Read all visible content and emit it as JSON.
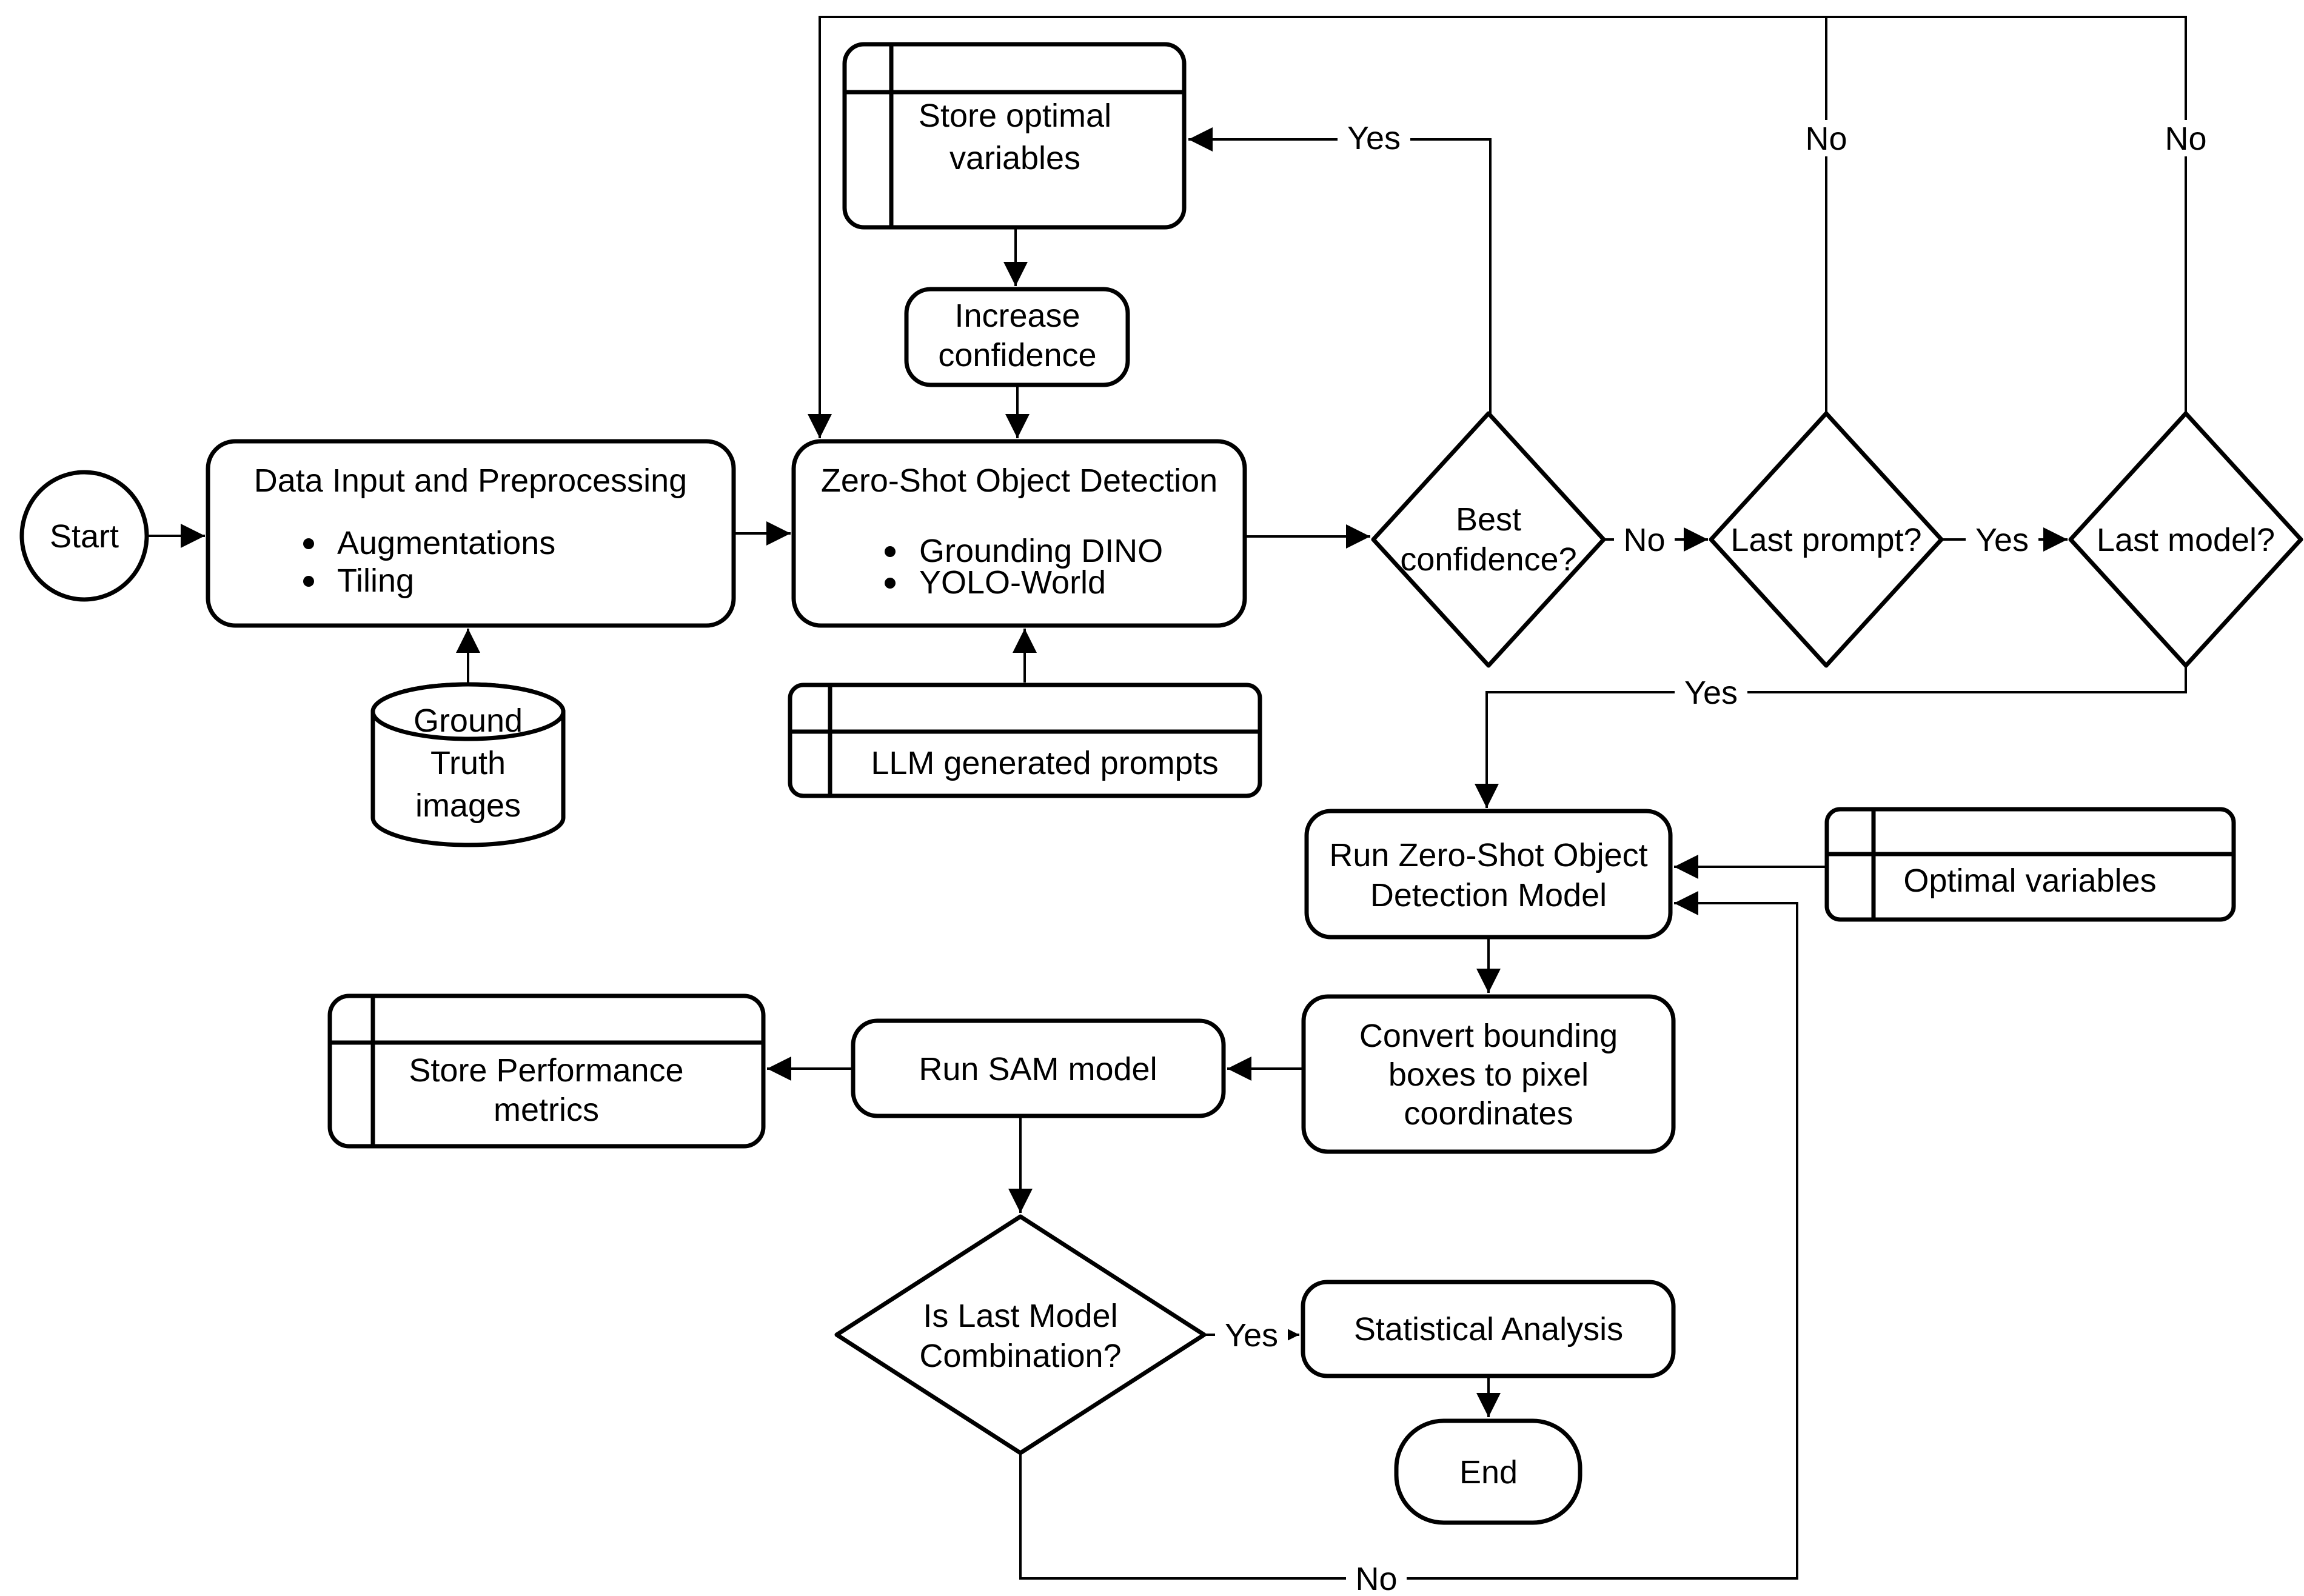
{
  "diagram": {
    "type": "flowchart",
    "background_color": "#ffffff",
    "stroke_color": "#000000",
    "text_color": "#000000"
  },
  "nodes": {
    "start": {
      "shape": "circle",
      "label": "Start"
    },
    "data_input": {
      "shape": "rounded-rect",
      "title": "Data Input and Preprocessing",
      "bullets": [
        "Augmentations",
        "Tiling"
      ]
    },
    "ground_truth_images": {
      "shape": "cylinder",
      "lines": [
        "Ground",
        "Truth",
        "images"
      ]
    },
    "zero_shot_detection": {
      "shape": "rounded-rect",
      "title": "Zero-Shot Object Detection",
      "bullets": [
        "Grounding DINO",
        "YOLO-World"
      ]
    },
    "llm_generated_prompts": {
      "shape": "internal-storage",
      "label": "LLM generated prompts"
    },
    "store_optimal_variables": {
      "shape": "internal-storage",
      "lines": [
        "Store optimal",
        "variables"
      ]
    },
    "increase_confidence": {
      "shape": "rounded-rect",
      "lines": [
        "Increase",
        "confidence"
      ]
    },
    "best_confidence": {
      "shape": "diamond",
      "lines": [
        "Best",
        "confidence?"
      ]
    },
    "last_prompt": {
      "shape": "diamond",
      "label": "Last prompt?"
    },
    "last_model": {
      "shape": "diamond",
      "label": "Last model?"
    },
    "run_zero_shot_model": {
      "shape": "rounded-rect",
      "lines": [
        "Run Zero-Shot Object",
        "Detection Model"
      ]
    },
    "optimal_variables": {
      "shape": "internal-storage",
      "label": "Optimal variables"
    },
    "convert_bounding_boxes": {
      "shape": "rounded-rect",
      "lines": [
        "Convert bounding",
        "boxes to pixel",
        "coordinates"
      ]
    },
    "run_sam_model": {
      "shape": "rounded-rect",
      "label": "Run SAM model"
    },
    "store_performance_metrics": {
      "shape": "internal-storage",
      "lines": [
        "Store Performance",
        "metrics"
      ]
    },
    "is_last_model_combination": {
      "shape": "diamond",
      "lines": [
        "Is Last Model",
        "Combination?"
      ]
    },
    "statistical_analysis": {
      "shape": "rounded-rect",
      "label": "Statistical Analysis"
    },
    "end": {
      "shape": "terminator",
      "label": "End"
    }
  },
  "edge_labels": {
    "best_confidence_yes": "Yes",
    "best_confidence_no": "No",
    "last_prompt_no": "No",
    "last_prompt_yes": "Yes",
    "last_model_no": "No",
    "last_model_yes": "Yes",
    "is_last_combination_yes": "Yes",
    "is_last_combination_no": "No"
  }
}
